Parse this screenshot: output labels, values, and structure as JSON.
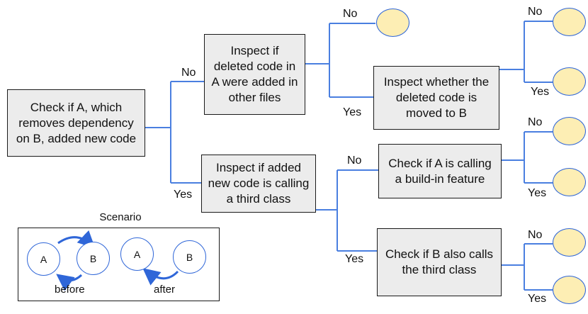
{
  "colors": {
    "connector": "#4a7fe0",
    "leaf_fill": "#fdeeb4",
    "box_fill": "#ececec"
  },
  "boxes": {
    "root": "Check if A, which\nremoves dependency\non B, added new code",
    "deleted_code": "Inspect if\ndeleted code in\nA were added in\nother files",
    "moved_to_b": "Inspect whether the\ndeleted code is\nmoved to B",
    "third_class": "Inspect if added\nnew code is calling\na third class",
    "build_in": "Check if A is calling\na build-in feature",
    "b_calls_third": "Check if B also calls\nthe third class"
  },
  "edge_labels": {
    "root_no": "No",
    "root_yes": "Yes",
    "deleted_no": "No",
    "deleted_yes": "Yes",
    "moved_no": "No",
    "moved_yes": "Yes",
    "third_no": "No",
    "third_yes": "Yes",
    "build_no": "No",
    "build_yes": "Yes",
    "bcalls_no": "No",
    "bcalls_yes": "Yes"
  },
  "scenario": {
    "title": "Scenario",
    "node_a": "A",
    "node_b": "B",
    "before_label": "before",
    "after_label": "after"
  }
}
